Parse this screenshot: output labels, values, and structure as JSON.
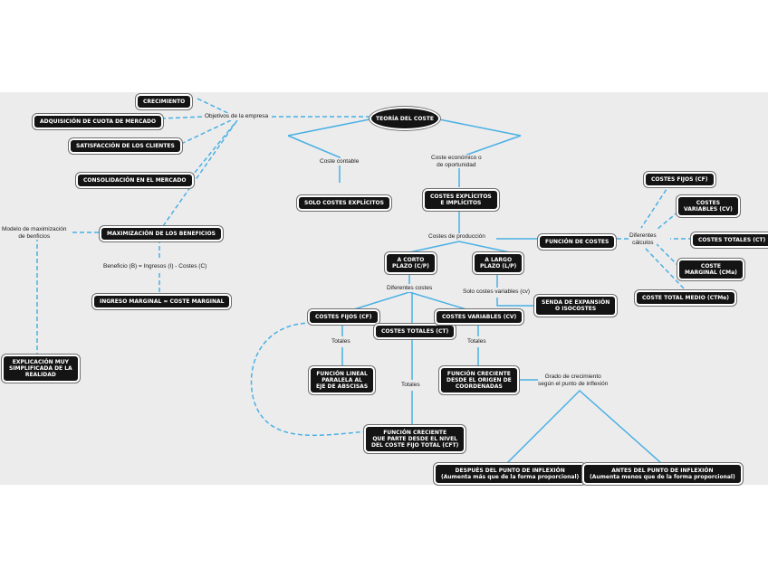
{
  "colors": {
    "background": "#ececed",
    "node_fill": "#141414",
    "node_text": "#ffffff",
    "connector": "#4ab0e3"
  },
  "root": "TEORÍA DEL COSTE",
  "objectives": {
    "label": "Objetivos de la empresa",
    "items": [
      "CRECIMIENTO",
      "ADQUISICIÓN DE CUOTA DE MERCADO",
      "SATISFACCIÓN DE LOS CLIENTES",
      "CONSOLIDACIÓN EN EL MERCADO"
    ],
    "max_benefits": "MAXIMIZACIÓN DE LOS BENEFICIOS",
    "model_label": "Modelo de maximización\nde benficios",
    "explanation": "EXPLICACIÓN MUY\nSIMPLIFICADA DE LA\nREALIDAD",
    "formula": "Beneficio (B) = Ingresos (I) - Costes (C)",
    "marginal": "INGRESO MARGINAL = COSTE MARGINAL"
  },
  "accounting": {
    "label": "Coste contable",
    "node": "SOLO COSTES EXPLÍCITOS"
  },
  "economic": {
    "label": "Coste económico o\nde oportunidad",
    "node": "COSTES EXPLÍCITOS\nE IMPLÍCITOS"
  },
  "production": {
    "label": "Costes de producción",
    "function": "FUNCIÓN DE COSTES",
    "calc_label": "Diferentes\ncálculos",
    "calc_items": [
      "COSTES FIJOS (CF)",
      "COSTES\nVARIABLES (CV)",
      "COSTES TOTALES (CT)",
      "COSTE\nMARGINAL (CMa)",
      "COSTE TOTAL MEDIO (CTMe)"
    ]
  },
  "short_run": {
    "node": "A CORTO\nPLAZO (C/P)",
    "label": "Diferentes costes",
    "fixed": "COSTES FIJOS (CF)",
    "total": "COSTES TOTALES (CT)",
    "variable": "COSTES VARIABLES (CV)",
    "totals_label": "Totales",
    "fixed_fn": "FUNCIÓN LINEAL\nPARALELA AL\nEJE DE ABSCISAS",
    "variable_fn": "FUNCIÓN CRECIENTE\nDESDE EL ORIGEN DE\nCOORDENADAS",
    "total_fn": "FUNCIÓN CRECIENTE\nQUE PARTE DESDE EL NIVEL\nDEL COSTE FIJO TOTAL (CFT)",
    "growth_label": "Grado de crecimiento\nsegún el punto de inflexión",
    "after": "DESPUÉS DEL PUNTO DE INFLEXIÓN\n(Aumenta más que de la forma proporcional)",
    "before": "ANTES DEL PUNTO DE INFLEXIÓN\n(Aumenta menos que de la forma proporcional)"
  },
  "long_run": {
    "node": "A LARGO\nPLAZO (L/P)",
    "label": "Solo costes variables (cv)",
    "path": "SENDA DE EXPANSIÓN\nO ISOCOSTES"
  }
}
